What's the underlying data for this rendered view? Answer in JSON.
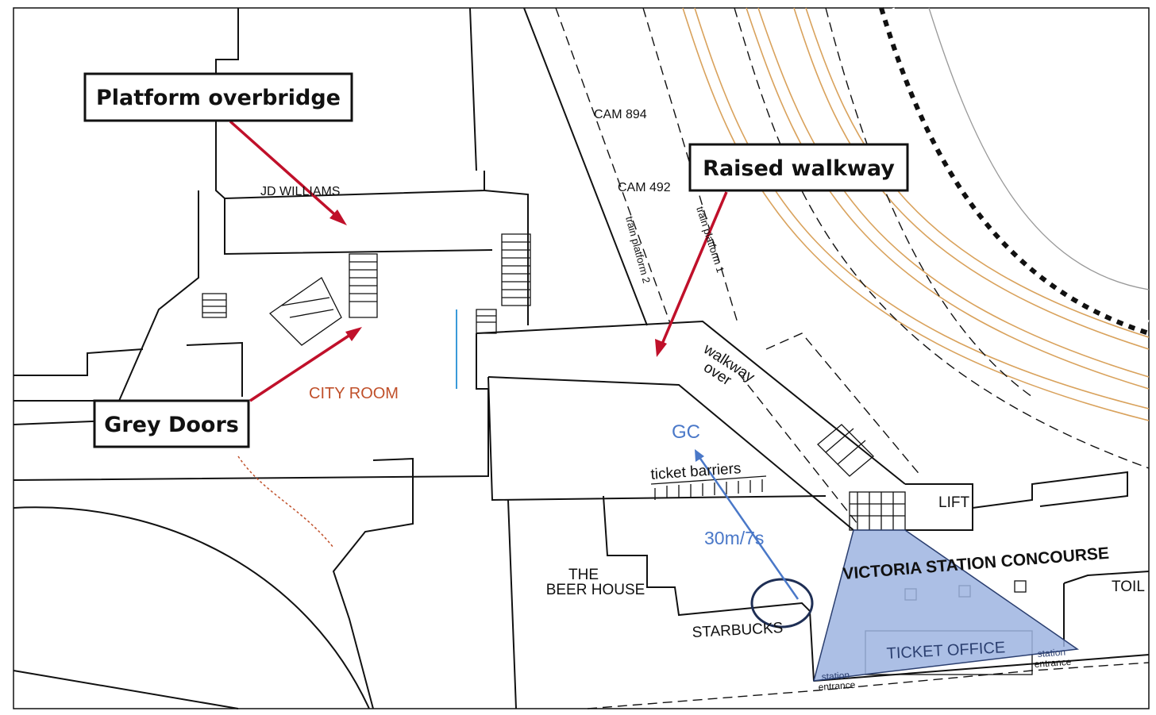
{
  "callouts": {
    "platform_overbridge": "Platform overbridge",
    "raised_walkway": "Raised walkway",
    "grey_doors": "Grey Doors"
  },
  "labels": {
    "jd_williams": "JD WILLIAMS",
    "city_room": "CITY ROOM",
    "cam_894": "CAM 894",
    "cam_492": "CAM 492",
    "train_platform_2": "train platform 2",
    "train_platform_1": "train platform 1",
    "walkway": "walkway",
    "over": "over",
    "gc": "GC",
    "ticket_barriers": "ticket barriers",
    "route_time": "30m/7s",
    "lift": "LIFT",
    "concourse": "VICTORIA STATION CONCOURSE",
    "toilets": "TOIL",
    "beer_house_1": "THE",
    "beer_house_2": "BEER HOUSE",
    "starbucks": "STARBUCKS",
    "ticket_office": "TICKET OFFICE",
    "station_entrance_left_1": "station",
    "station_entrance_left_2": "entrance",
    "station_entrance_right_1": "station",
    "station_entrance_right_2": "entrance"
  },
  "colors": {
    "arrow_red": "#c0102a",
    "route_blue": "#4a78c8",
    "concourse_fill": "#9db4e0",
    "city_room_text": "#c0502a",
    "tracks": "#d9a25c"
  }
}
